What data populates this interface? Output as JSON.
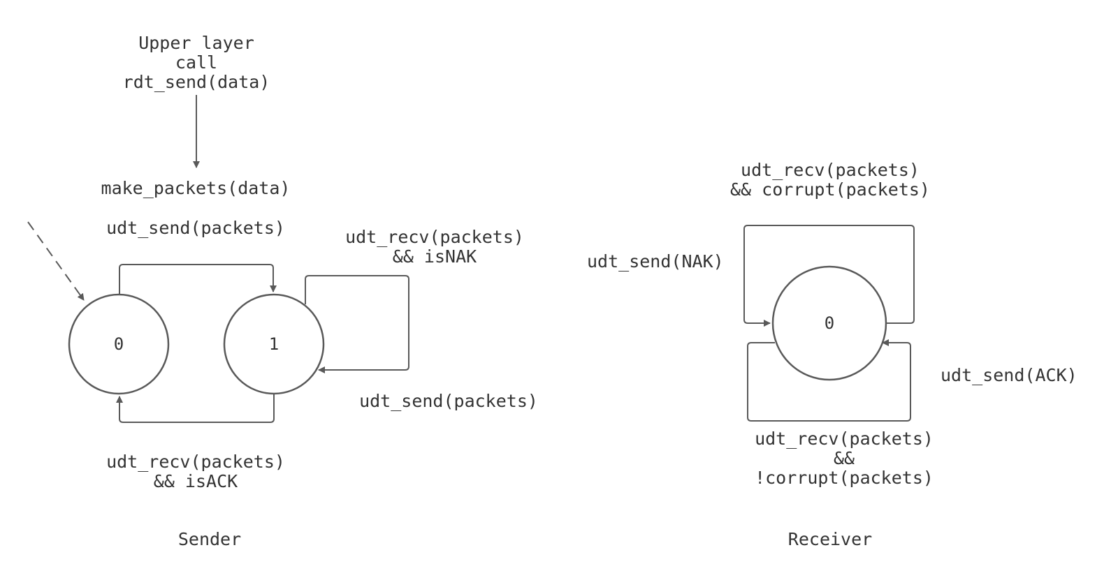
{
  "sender": {
    "caption": "Sender",
    "state0": "0",
    "state1": "1",
    "upper_call": "Upper layer\ncall\nrdt_send(data)",
    "make_packets": "make_packets(data)",
    "send_packets_top": "udt_send(packets)",
    "recv_nak": "udt_recv(packets)\n&& isNAK",
    "resend_packets": "udt_send(packets)",
    "recv_ack": "udt_recv(packets)\n&& isACK"
  },
  "receiver": {
    "caption": "Receiver",
    "state0": "0",
    "recv_corrupt": "udt_recv(packets)\n&& corrupt(packets)",
    "send_nak": "udt_send(NAK)",
    "send_ack": "udt_send(ACK)",
    "recv_ok": "udt_recv(packets)\n&&\n!corrupt(packets)"
  },
  "colors": {
    "stroke": "#595959",
    "text": "#333333",
    "background": "#ffffff"
  }
}
